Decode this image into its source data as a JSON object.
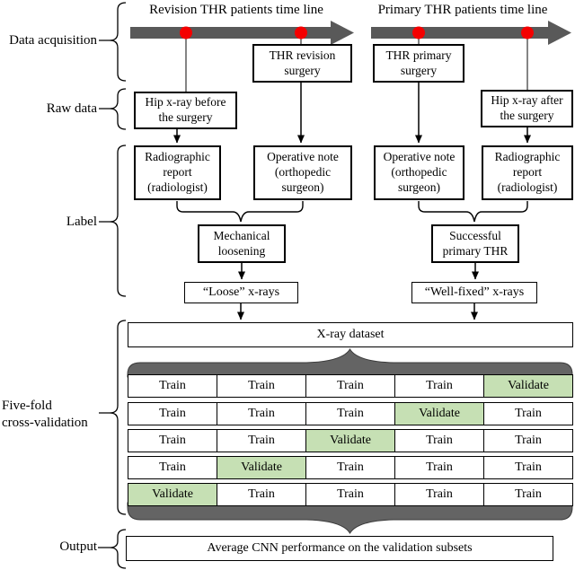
{
  "timelines": {
    "revision": {
      "title": "Revision THR patients time line"
    },
    "primary": {
      "title": "Primary THR patients time line"
    }
  },
  "section_labels": {
    "data_acquisition": "Data acquisition",
    "raw_data": "Raw data",
    "label": "Label",
    "five_fold_line1": "Five-fold",
    "five_fold_line2": "cross-validation",
    "output": "Output"
  },
  "boxes": {
    "thr_revision": {
      "label": "THR revision surgery"
    },
    "thr_primary": {
      "label": "THR primary surgery"
    },
    "hip_before": {
      "label": "Hip x-ray before the surgery"
    },
    "hip_after": {
      "label": "Hip x-ray after the surgery"
    },
    "rad_report_left": {
      "label": "Radiographic report (radiologist)"
    },
    "op_note_left": {
      "label": "Operative note (orthopedic surgeon)"
    },
    "op_note_right": {
      "label": "Operative note (orthopedic surgeon)"
    },
    "rad_report_right": {
      "label": "Radiographic report (radiologist)"
    },
    "mechanical_loosening": {
      "label": "Mechanical loosening"
    },
    "successful_primary": {
      "label": "Successful primary THR"
    },
    "loose_xrays": {
      "label": "“Loose” x-rays"
    },
    "wellfixed_xrays": {
      "label": "“Well-fixed” x-rays"
    },
    "xray_dataset": {
      "label": "X-ray dataset"
    },
    "output": {
      "label": "Average CNN performance on the validation subsets"
    }
  },
  "cross_validation": {
    "rows": [
      [
        "Train",
        "Train",
        "Train",
        "Train",
        "Validate"
      ],
      [
        "Train",
        "Train",
        "Train",
        "Validate",
        "Train"
      ],
      [
        "Train",
        "Train",
        "Validate",
        "Train",
        "Train"
      ],
      [
        "Train",
        "Validate",
        "Train",
        "Train",
        "Train"
      ],
      [
        "Validate",
        "Train",
        "Train",
        "Train",
        "Train"
      ]
    ],
    "train_label": "Train",
    "validate_label": "Validate",
    "validate_green": "#c6e0b4"
  },
  "colors": {
    "timeline_gray": "#595959",
    "band_gray": "#646464",
    "dot_red": "#f40000",
    "line_black": "#000000"
  }
}
